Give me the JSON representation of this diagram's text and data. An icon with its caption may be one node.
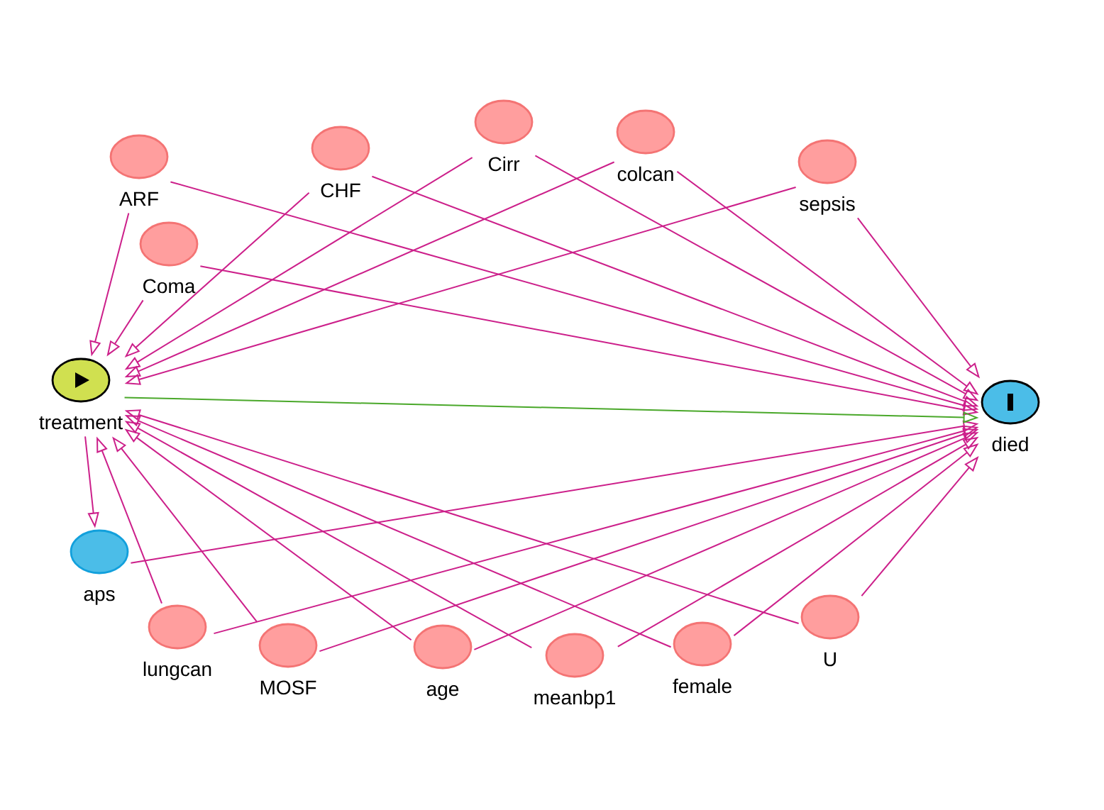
{
  "diagram": {
    "nodes": [
      {
        "text": [
          "ARF"
        ]
      },
      {
        "text": [
          "CHF"
        ]
      },
      {
        "text": [
          "Cirr"
        ]
      },
      {
        "text": [
          "colcan"
        ]
      },
      {
        "text": [
          "sepsis"
        ]
      },
      {
        "text": [
          "Coma"
        ]
      },
      {
        "text": [
          "treatment"
        ]
      },
      {
        "text": [
          "died"
        ]
      },
      {
        "text": [
          "aps"
        ]
      },
      {
        "text": [
          "lungcan"
        ]
      },
      {
        "text": [
          "MOSF"
        ]
      },
      {
        "text": [
          "age"
        ]
      },
      {
        "text": [
          "meanbp1"
        ]
      },
      {
        "text": [
          "female"
        ]
      },
      {
        "text": [
          "U"
        ]
      }
    ],
    "edges": [
      {
        "from": 0,
        "to": 6,
        "arrow": "to"
      },
      {
        "from": 1,
        "to": 6,
        "arrow": "to"
      },
      {
        "from": 2,
        "to": 6,
        "arrow": "to"
      },
      {
        "from": 3,
        "to": 6,
        "arrow": "to"
      },
      {
        "from": 4,
        "to": 6,
        "arrow": "to"
      },
      {
        "from": 5,
        "to": 6,
        "arrow": "to"
      },
      {
        "from": 9,
        "to": 6,
        "arrow": "to"
      },
      {
        "from": 10,
        "to": 6,
        "arrow": "to"
      },
      {
        "from": 11,
        "to": 6,
        "arrow": "to"
      },
      {
        "from": 12,
        "to": 6,
        "arrow": "to"
      },
      {
        "from": 13,
        "to": 6,
        "arrow": "to"
      },
      {
        "from": 14,
        "to": 6,
        "arrow": "to"
      },
      {
        "from": 0,
        "to": 7,
        "arrow": "to"
      },
      {
        "from": 1,
        "to": 7,
        "arrow": "to"
      },
      {
        "from": 2,
        "to": 7,
        "arrow": "to"
      },
      {
        "from": 3,
        "to": 7,
        "arrow": "to"
      },
      {
        "from": 4,
        "to": 7,
        "arrow": "to"
      },
      {
        "from": 5,
        "to": 7,
        "arrow": "to"
      },
      {
        "from": 9,
        "to": 7,
        "arrow": "to"
      },
      {
        "from": 10,
        "to": 7,
        "arrow": "to"
      },
      {
        "from": 11,
        "to": 7,
        "arrow": "to"
      },
      {
        "from": 12,
        "to": 7,
        "arrow": "to"
      },
      {
        "from": 13,
        "to": 7,
        "arrow": "to"
      },
      {
        "from": 14,
        "to": 7,
        "arrow": "to"
      },
      {
        "from": 8,
        "to": 7,
        "arrow": "to"
      },
      {
        "from": 6,
        "to": 8,
        "arrow": "to"
      },
      {
        "from": 6,
        "to": 7,
        "arrow": "to",
        "color": "#4aa82a"
      }
    ]
  }
}
